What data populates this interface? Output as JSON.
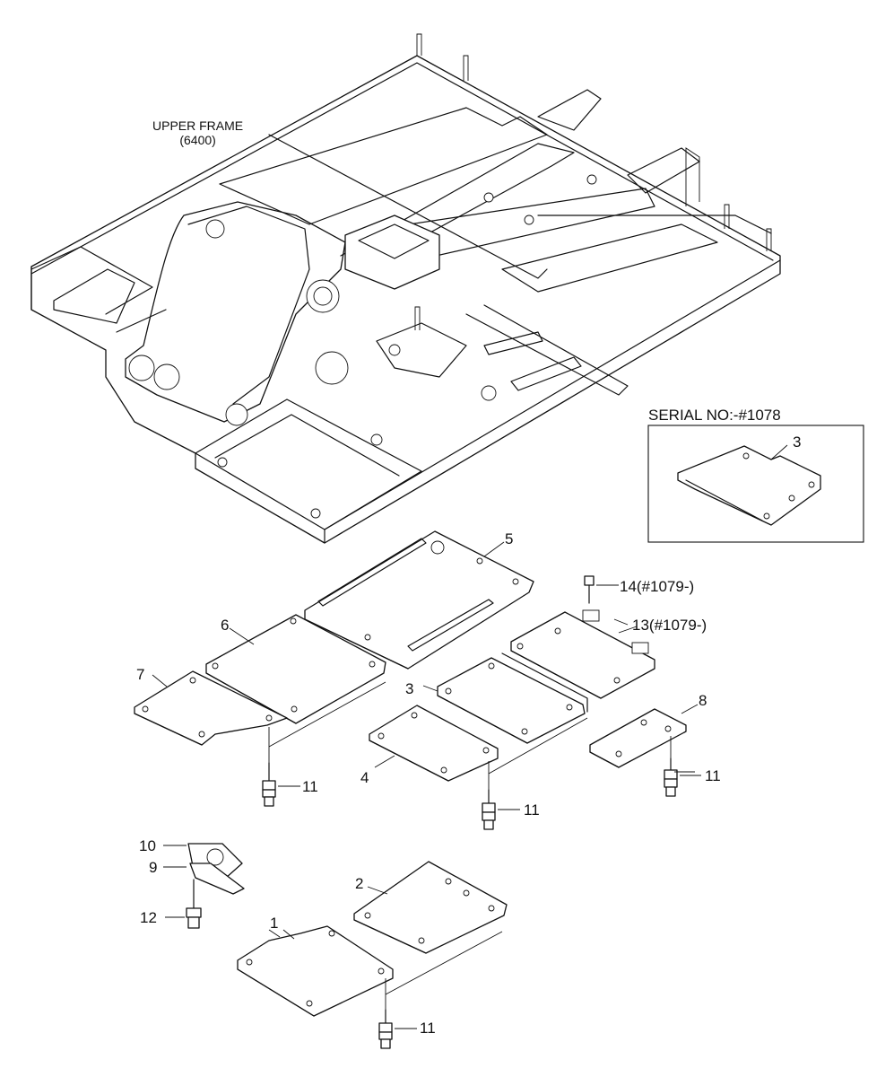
{
  "frame": {
    "title_line1": "UPPER FRAME",
    "title_line2": "(6400)"
  },
  "inset": {
    "serial_label": "SERIAL NO:-#1078",
    "part_label": "3"
  },
  "callouts": {
    "p1": "1",
    "p2": "2",
    "p3": "3",
    "p4": "4",
    "p5": "5",
    "p6": "6",
    "p7": "7",
    "p8": "8",
    "p9": "9",
    "p10": "10",
    "p11a": "11",
    "p11b": "11",
    "p11c": "11",
    "p11d": "11",
    "p12": "12",
    "p13": "13(#1079-)",
    "p14": "14(#1079-)"
  }
}
